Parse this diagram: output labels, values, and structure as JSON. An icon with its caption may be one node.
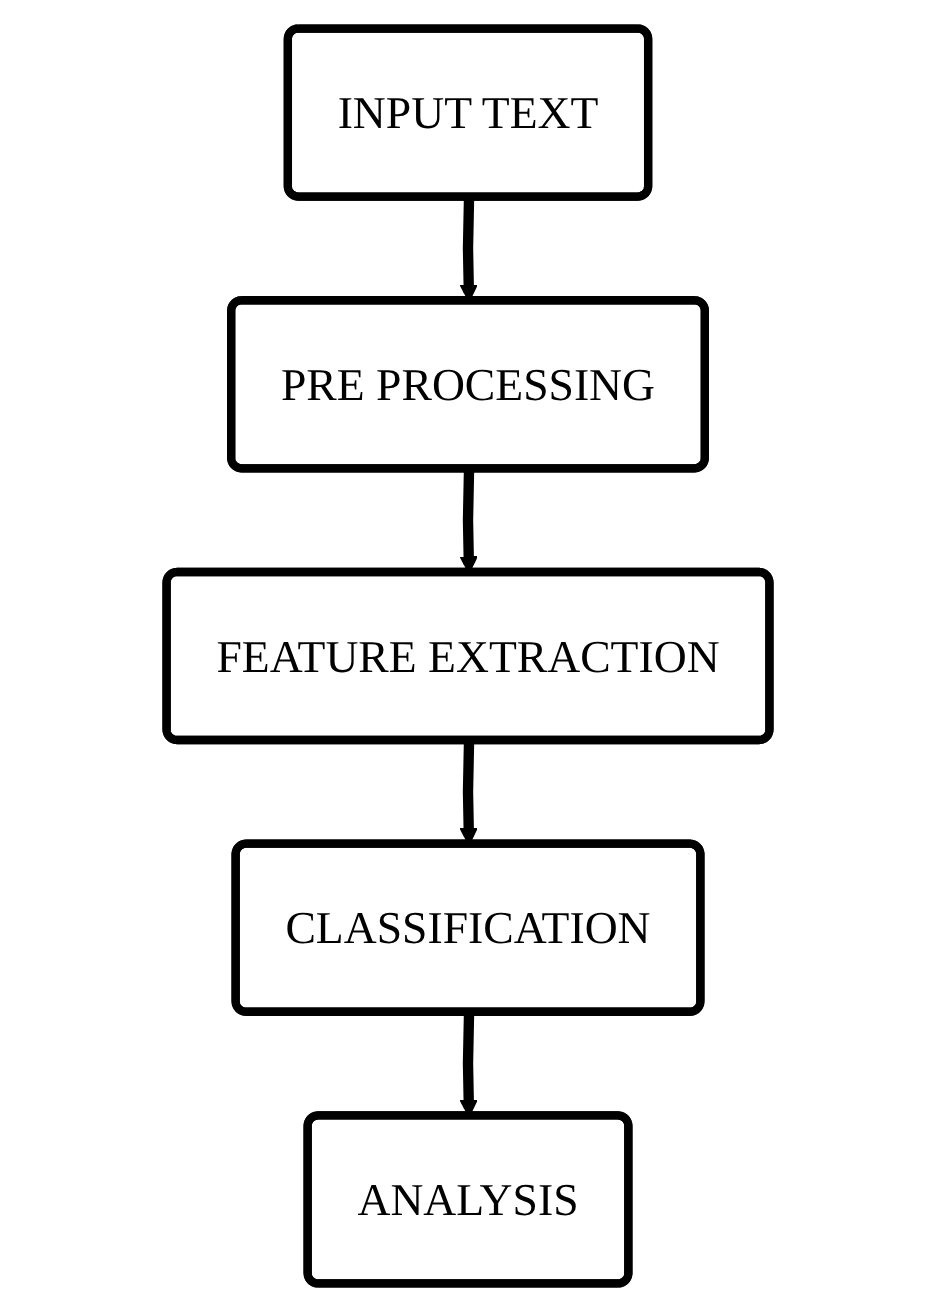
{
  "diagram": {
    "nodes": [
      {
        "text": [
          "INPUT TEXT"
        ]
      },
      {
        "text": [
          "PRE PROCESSING"
        ]
      },
      {
        "text": [
          "FEATURE EXTRACTION"
        ]
      },
      {
        "text": [
          "CLASSIFICATION"
        ]
      },
      {
        "text": [
          "ANALYSIS"
        ]
      }
    ],
    "edges": [
      {
        "from": 0,
        "to": 1,
        "arrow": "to"
      },
      {
        "from": 1,
        "to": 2,
        "arrow": "to"
      },
      {
        "from": 2,
        "to": 3,
        "arrow": "to"
      },
      {
        "from": 3,
        "to": 4,
        "arrow": "to"
      }
    ]
  }
}
